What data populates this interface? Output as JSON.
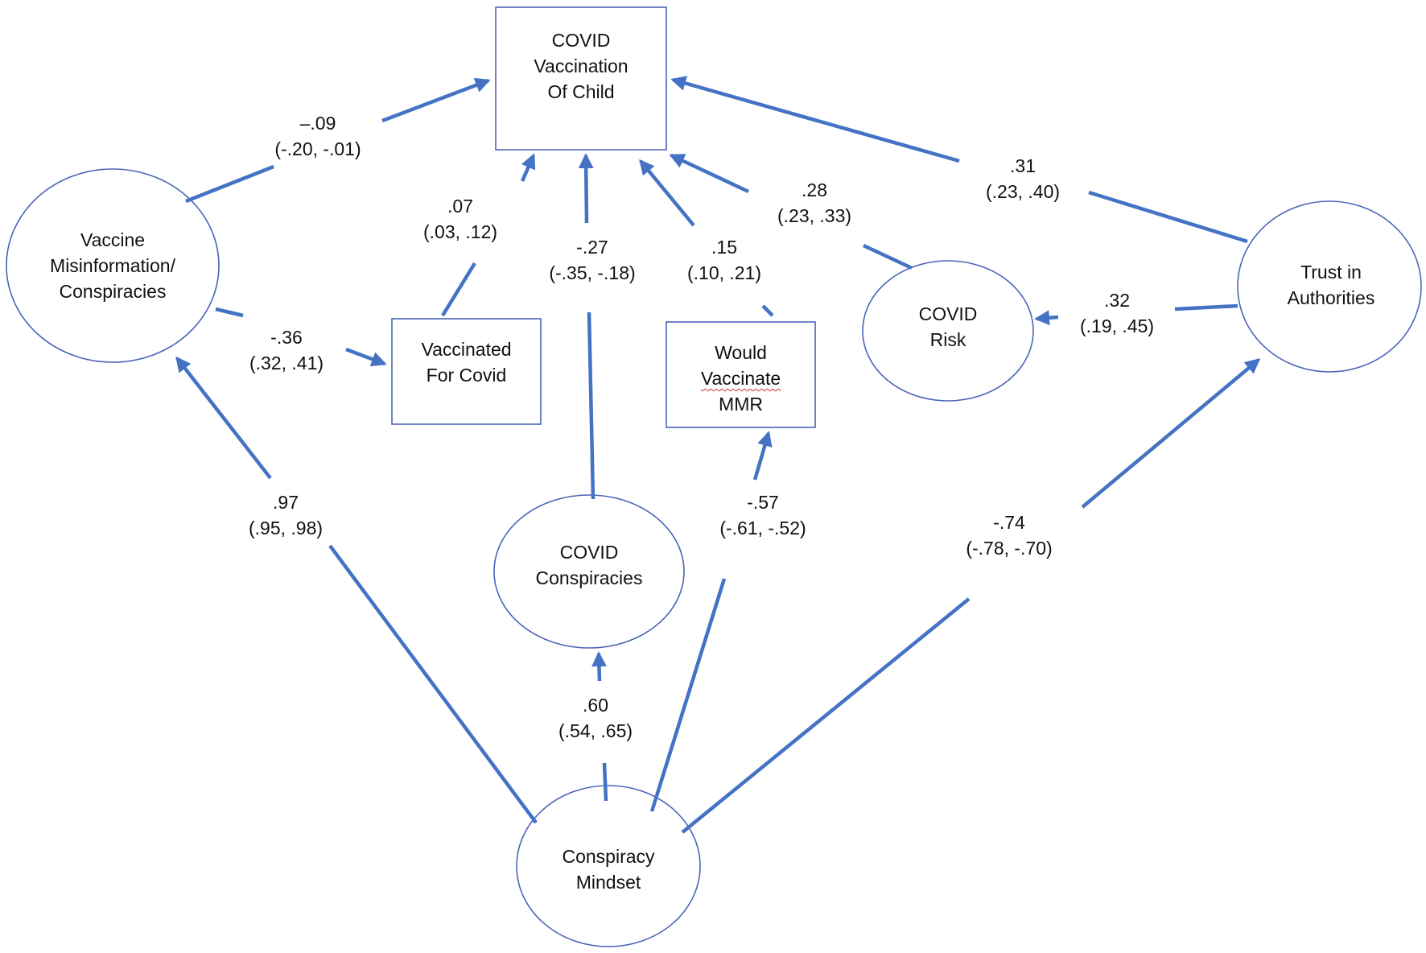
{
  "colors": {
    "line": "#4472c4",
    "node_stroke": "#4a64b8",
    "text": "#111111"
  },
  "nodes": {
    "covid_vaccination_child": {
      "shape": "box",
      "lines": [
        "COVID",
        "Vaccination",
        "Of Child"
      ]
    },
    "vaccine_misinformation": {
      "shape": "ellipse",
      "lines": [
        "Vaccine",
        "Misinformation/",
        "Conspiracies"
      ]
    },
    "vaccinated_for_covid": {
      "shape": "box",
      "lines": [
        "Vaccinated",
        "For Covid"
      ]
    },
    "would_vaccinate_mmr": {
      "shape": "box",
      "lines": [
        "Would",
        "Vaccinate",
        "MMR"
      ]
    },
    "covid_risk": {
      "shape": "ellipse",
      "lines": [
        "COVID",
        "Risk"
      ]
    },
    "trust_in_authorities": {
      "shape": "ellipse",
      "lines": [
        "Trust in",
        "Authorities"
      ]
    },
    "covid_conspiracies": {
      "shape": "ellipse",
      "lines": [
        "COVID",
        "Conspiracies"
      ]
    },
    "conspiracy_mindset": {
      "shape": "ellipse",
      "lines": [
        "Conspiracy",
        "Mindset"
      ]
    }
  },
  "edges": [
    {
      "id": "misinfo_to_child",
      "from": "vaccine_misinformation",
      "to": "covid_vaccination_child",
      "coef": "–.09",
      "ci": "(-.20, -.01)"
    },
    {
      "id": "vaccinated_to_child",
      "from": "vaccinated_for_covid",
      "to": "covid_vaccination_child",
      "coef": ".07",
      "ci": "(.03, .12)"
    },
    {
      "id": "covidconsp_to_child",
      "from": "covid_conspiracies",
      "to": "covid_vaccination_child",
      "coef": "-.27",
      "ci": "(-.35, -.18)"
    },
    {
      "id": "mmr_to_child",
      "from": "would_vaccinate_mmr",
      "to": "covid_vaccination_child",
      "coef": ".15",
      "ci": "(.10, .21)"
    },
    {
      "id": "risk_to_child",
      "from": "covid_risk",
      "to": "covid_vaccination_child",
      "coef": ".28",
      "ci": "(.23, .33)"
    },
    {
      "id": "trust_to_child",
      "from": "trust_in_authorities",
      "to": "covid_vaccination_child",
      "coef": ".31",
      "ci": "(.23, .40)"
    },
    {
      "id": "trust_to_risk",
      "from": "trust_in_authorities",
      "to": "covid_risk",
      "coef": ".32",
      "ci": "(.19, .45)"
    },
    {
      "id": "misinfo_to_vaccinated",
      "from": "vaccine_misinformation",
      "to": "vaccinated_for_covid",
      "coef": "-.36",
      "ci": "(.32, .41)"
    },
    {
      "id": "mindset_to_misinfo",
      "from": "conspiracy_mindset",
      "to": "vaccine_misinformation",
      "coef": ".97",
      "ci": "(.95, .98)"
    },
    {
      "id": "mindset_to_mmr",
      "from": "conspiracy_mindset",
      "to": "would_vaccinate_mmr",
      "coef": "-.57",
      "ci": "(-.61, -.52)"
    },
    {
      "id": "mindset_to_trust",
      "from": "conspiracy_mindset",
      "to": "trust_in_authorities",
      "coef": "-.74",
      "ci": "(-.78, -.70)"
    },
    {
      "id": "mindset_to_covidconsp",
      "from": "conspiracy_mindset",
      "to": "covid_conspiracies",
      "coef": ".60",
      "ci": "(.54, .65)"
    }
  ]
}
